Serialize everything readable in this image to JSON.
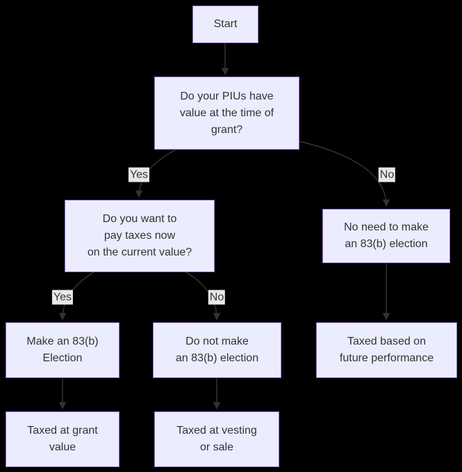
{
  "flowchart": {
    "type": "flowchart",
    "colors": {
      "background": "#000000",
      "node_fill": "#ECECFF",
      "node_border": "#9370DB",
      "node_text": "#333333",
      "edge": "#333333",
      "edge_label_bg": "#E8E8E8"
    },
    "nodes": {
      "start": {
        "label": "Start"
      },
      "piu_question": {
        "label": "Do your PIUs have\nvalue at the time of\ngrant?"
      },
      "tax_question": {
        "label": "Do you want to\npay taxes now\non the current value?"
      },
      "no_need": {
        "label": "No need to make\nan 83(b) election"
      },
      "make_election": {
        "label": "Make an 83(b)\nElection"
      },
      "do_not_make": {
        "label": "Do not make\nan 83(b) election"
      },
      "taxed_future": {
        "label": "Taxed based on\nfuture performance"
      },
      "taxed_grant": {
        "label": "Taxed at grant\nvalue"
      },
      "taxed_vesting": {
        "label": "Taxed at vesting\nor sale"
      }
    },
    "edges": [
      {
        "from": "start",
        "to": "piu_question",
        "label": ""
      },
      {
        "from": "piu_question",
        "to": "tax_question",
        "label": "Yes"
      },
      {
        "from": "piu_question",
        "to": "no_need",
        "label": "No"
      },
      {
        "from": "tax_question",
        "to": "make_election",
        "label": "Yes"
      },
      {
        "from": "tax_question",
        "to": "do_not_make",
        "label": "No"
      },
      {
        "from": "no_need",
        "to": "taxed_future",
        "label": ""
      },
      {
        "from": "make_election",
        "to": "taxed_grant",
        "label": ""
      },
      {
        "from": "do_not_make",
        "to": "taxed_vesting",
        "label": ""
      }
    ]
  }
}
